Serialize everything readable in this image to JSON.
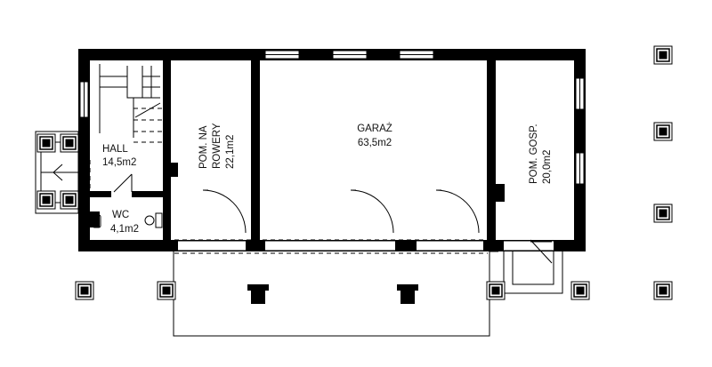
{
  "rooms": {
    "hall": {
      "name": "HALL",
      "area": "14,5m2"
    },
    "wc": {
      "name": "WC",
      "area": "4,1m2"
    },
    "bike_room": {
      "name_line1": "POM. NA",
      "name_line2": "ROWERY",
      "area": "22,1m2"
    },
    "garage": {
      "name": "GARAŻ",
      "area": "63,5m2"
    },
    "utility": {
      "name": "POM. GOSP.",
      "area": "20,0m2"
    }
  },
  "colors": {
    "walls": "#000000",
    "background": "#ffffff"
  },
  "icons": {
    "column": "square-column-icon",
    "door_swing": "door-arc-icon",
    "stairs": "staircase-icon"
  }
}
